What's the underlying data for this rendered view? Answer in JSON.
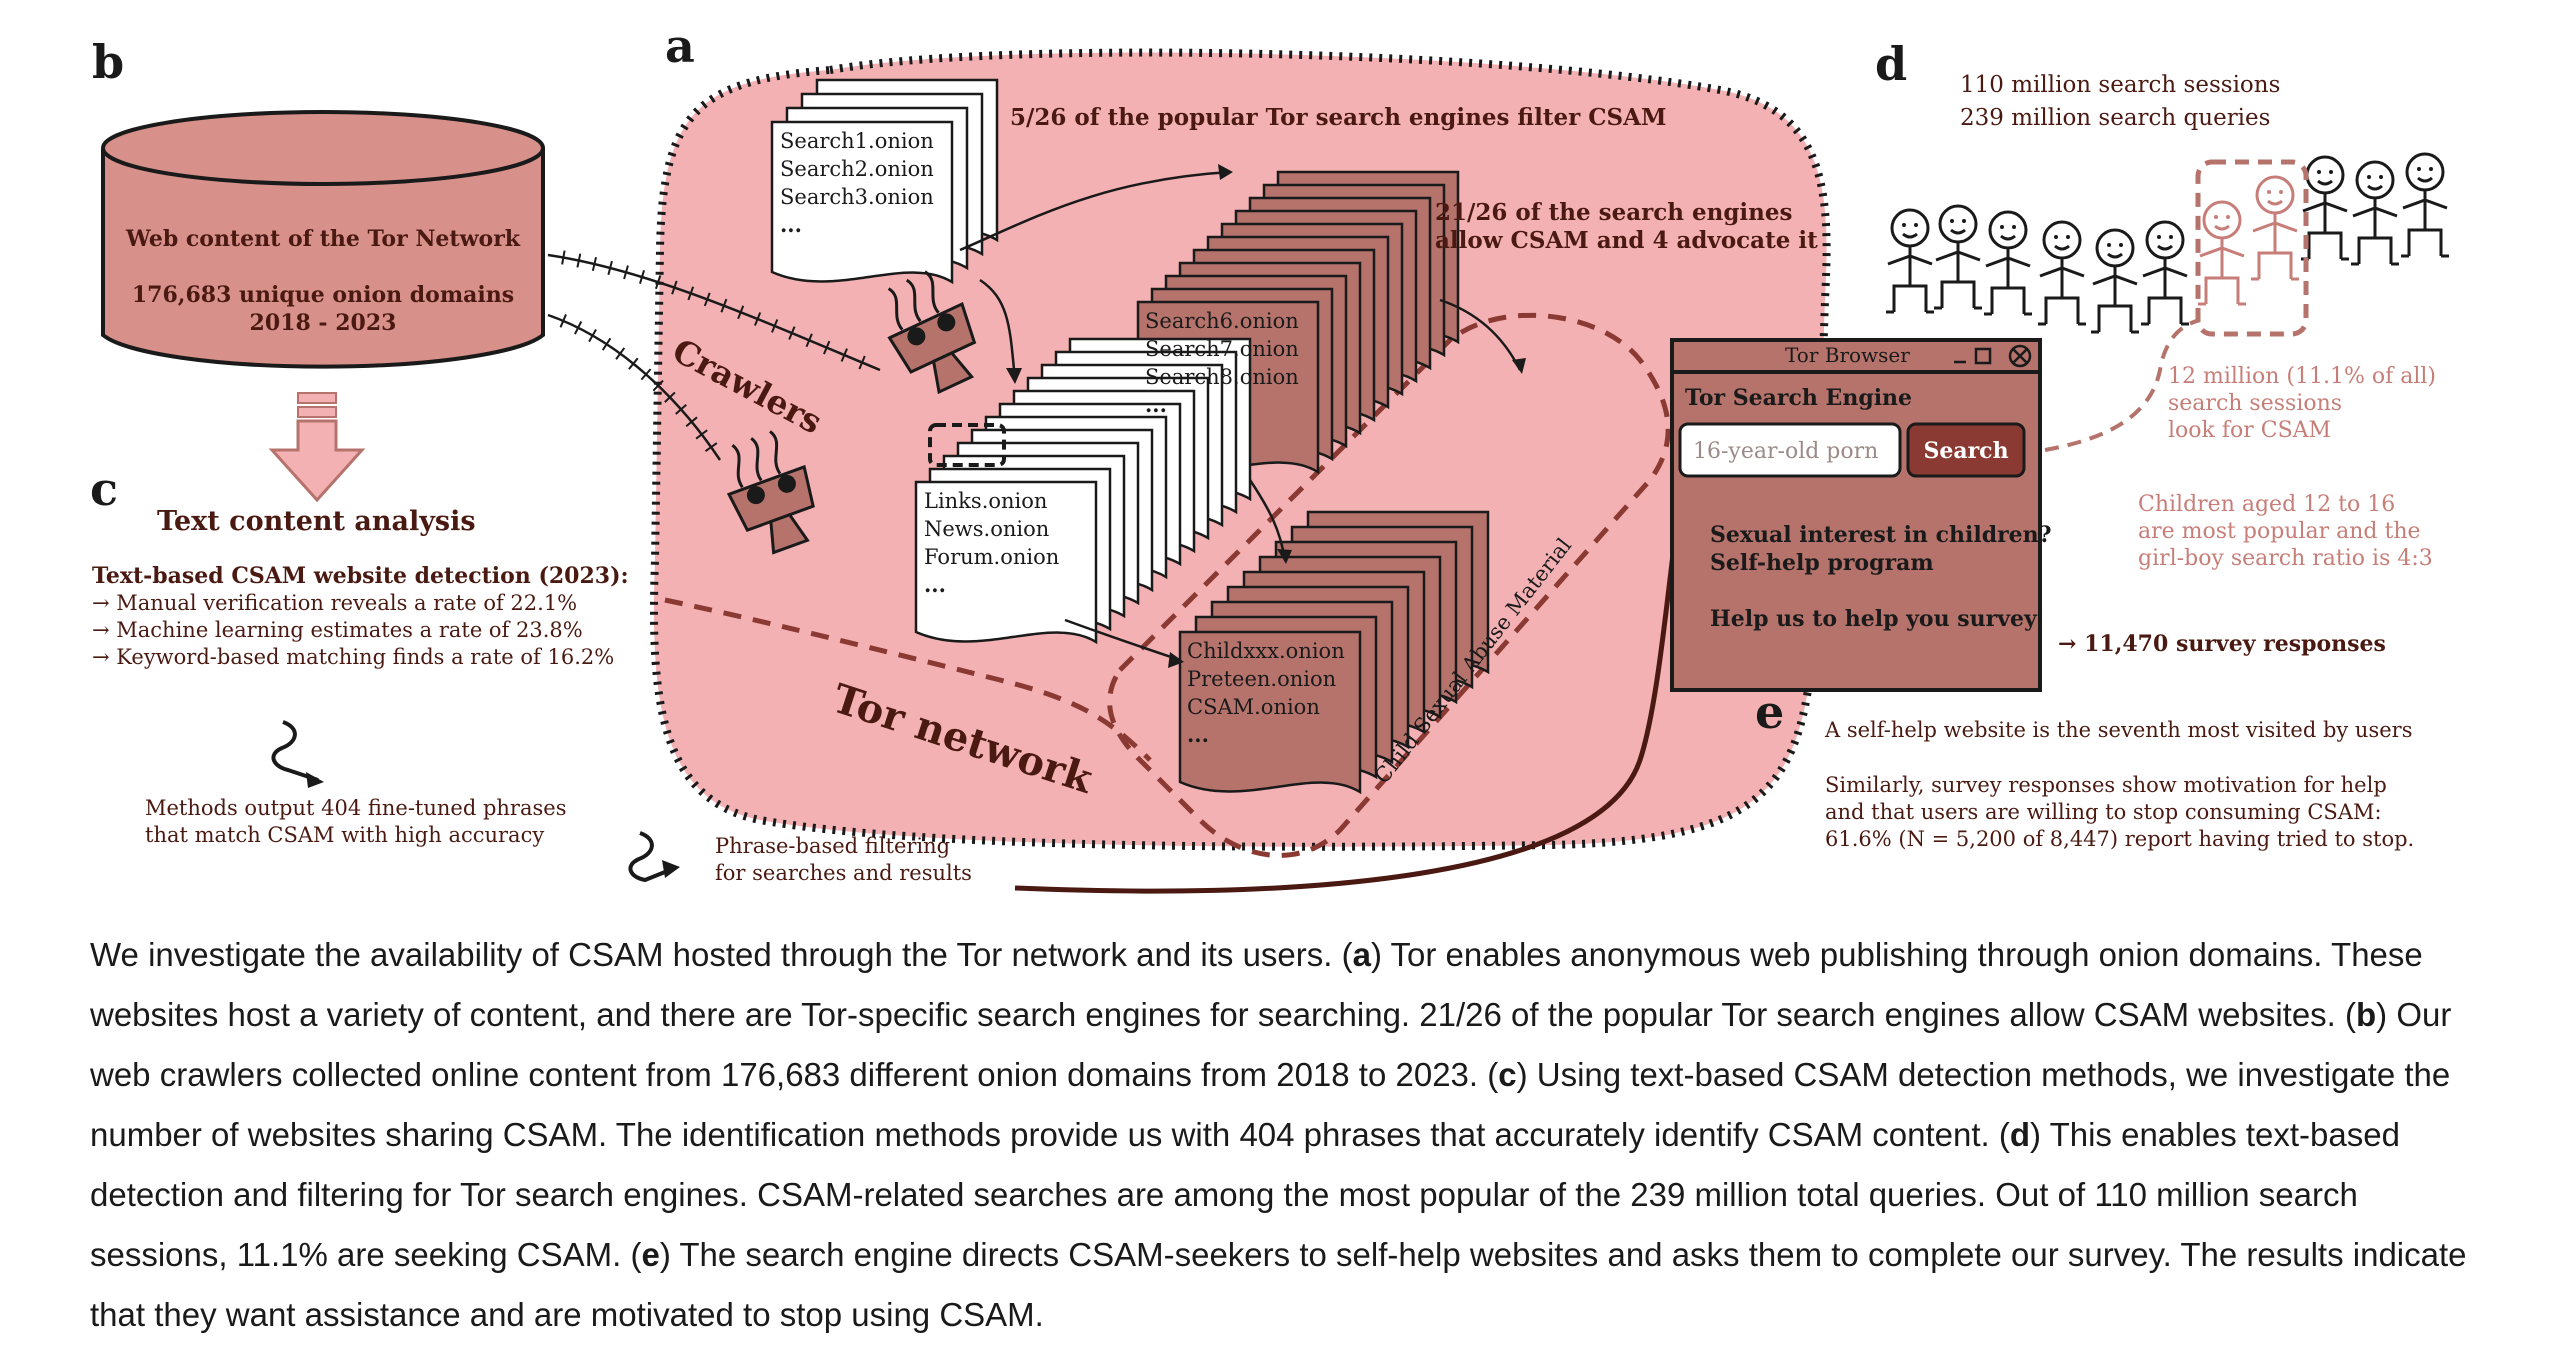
{
  "colors": {
    "pink_fill": "#f3b1b3",
    "brown_dark": "#4a1a12",
    "brown_mid": "#b5736c",
    "brown_light": "#d7908a",
    "muted_pink_text": "#c77e78",
    "dark_text": "#4a1a12"
  },
  "panels": {
    "a": {
      "letter": "a",
      "filter_note": "5/26 of the popular Tor search engines filter CSAM",
      "allow_note_1": "21/26 of the search engines",
      "allow_note_2": "allow CSAM and 4 advocate it",
      "filter_stack": [
        "Search1.onion",
        "Search2.onion",
        "Search3.onion",
        "..."
      ],
      "allow_stack": [
        "Search6.onion",
        "Search7.onion",
        "Search8.onion",
        "..."
      ],
      "links_stack": [
        "Links.onion",
        "News.onion",
        "Forum.onion",
        "..."
      ],
      "csam_stack": [
        "Childxxx.onion",
        "Preteen.onion",
        "CSAM.onion",
        "..."
      ],
      "crawlers_label": "Crawlers",
      "tor_network_label": "Tor network",
      "csam_band_label": "Child Sexual Abuse Material"
    },
    "b": {
      "letter": "b",
      "db_line1": "Web content of the Tor Network",
      "db_line2": "176,683 unique onion domains",
      "db_line3": "2018 - 2023"
    },
    "c": {
      "letter": "c",
      "heading": "Text content analysis",
      "detection_title": "Text-based CSAM website detection (2023):",
      "detection_items": [
        "→ Manual verification reveals a rate of 22.1%",
        "→ Machine learning estimates a rate of 23.8%",
        "→ Keyword-based matching finds a rate of 16.2%"
      ],
      "methods_line1": "Methods output 404 fine-tuned phrases",
      "methods_line2": "that match CSAM with high accuracy",
      "phrase_line1": "Phrase-based filtering",
      "phrase_line2": "for searches and results"
    },
    "d": {
      "letter": "d",
      "sessions": "110 million search sessions",
      "queries": "239 million search queries",
      "csam_sessions_1": "12 million (11.1% of all)",
      "csam_sessions_2": "search sessions",
      "csam_sessions_3": "look for CSAM",
      "children_1": "Children aged 12 to 16",
      "children_2": "are most popular and the",
      "children_3": "girl-boy search ratio is 4:3"
    },
    "browser": {
      "title": "Tor Browser",
      "engine_title": "Tor Search Engine",
      "query": "16-year-old porn",
      "search_button": "Search",
      "help_1": "Sexual interest in children?",
      "help_2": "Self-help program",
      "survey": "Help us to help you survey",
      "responses": "→ 11,470 survey responses"
    },
    "e": {
      "letter": "e",
      "line1": "A self-help website is the seventh most visited by users",
      "line2": "Similarly, survey responses show motivation for help",
      "line3": "and that users are willing to stop consuming CSAM:",
      "line4": "61.6% (N = 5,200 of 8,447) report having tried to stop."
    }
  },
  "caption": {
    "s1": "We investigate the availability of CSAM hosted through the Tor network and its users. (",
    "a": "a",
    "s2": ") Tor enables anonymous web publishing through onion domains. These websites host a variety of content, and there are Tor-specific search engines for searching. 21/26 of the popular Tor search engines allow CSAM websites. (",
    "b": "b",
    "s3": ") Our web crawlers collected online content from 176,683 different onion domains from 2018 to 2023. (",
    "c": "c",
    "s4": ") Using text-based CSAM detection methods, we investigate the number of websites sharing CSAM. The identification methods provide us with 404 phrases that accurately identify CSAM content. (",
    "d": "d",
    "s5": ") This enables text-based detection and filtering for Tor search engines. CSAM-related searches are among the most popular of the 239 million total queries. Out of 110 million search sessions, 11.1% are seeking CSAM. (",
    "e": "e",
    "s6": ") The search engine directs CSAM-seekers to self-help websites and asks them to complete our survey. The results indicate that they want assistance and are motivated to stop using CSAM."
  }
}
